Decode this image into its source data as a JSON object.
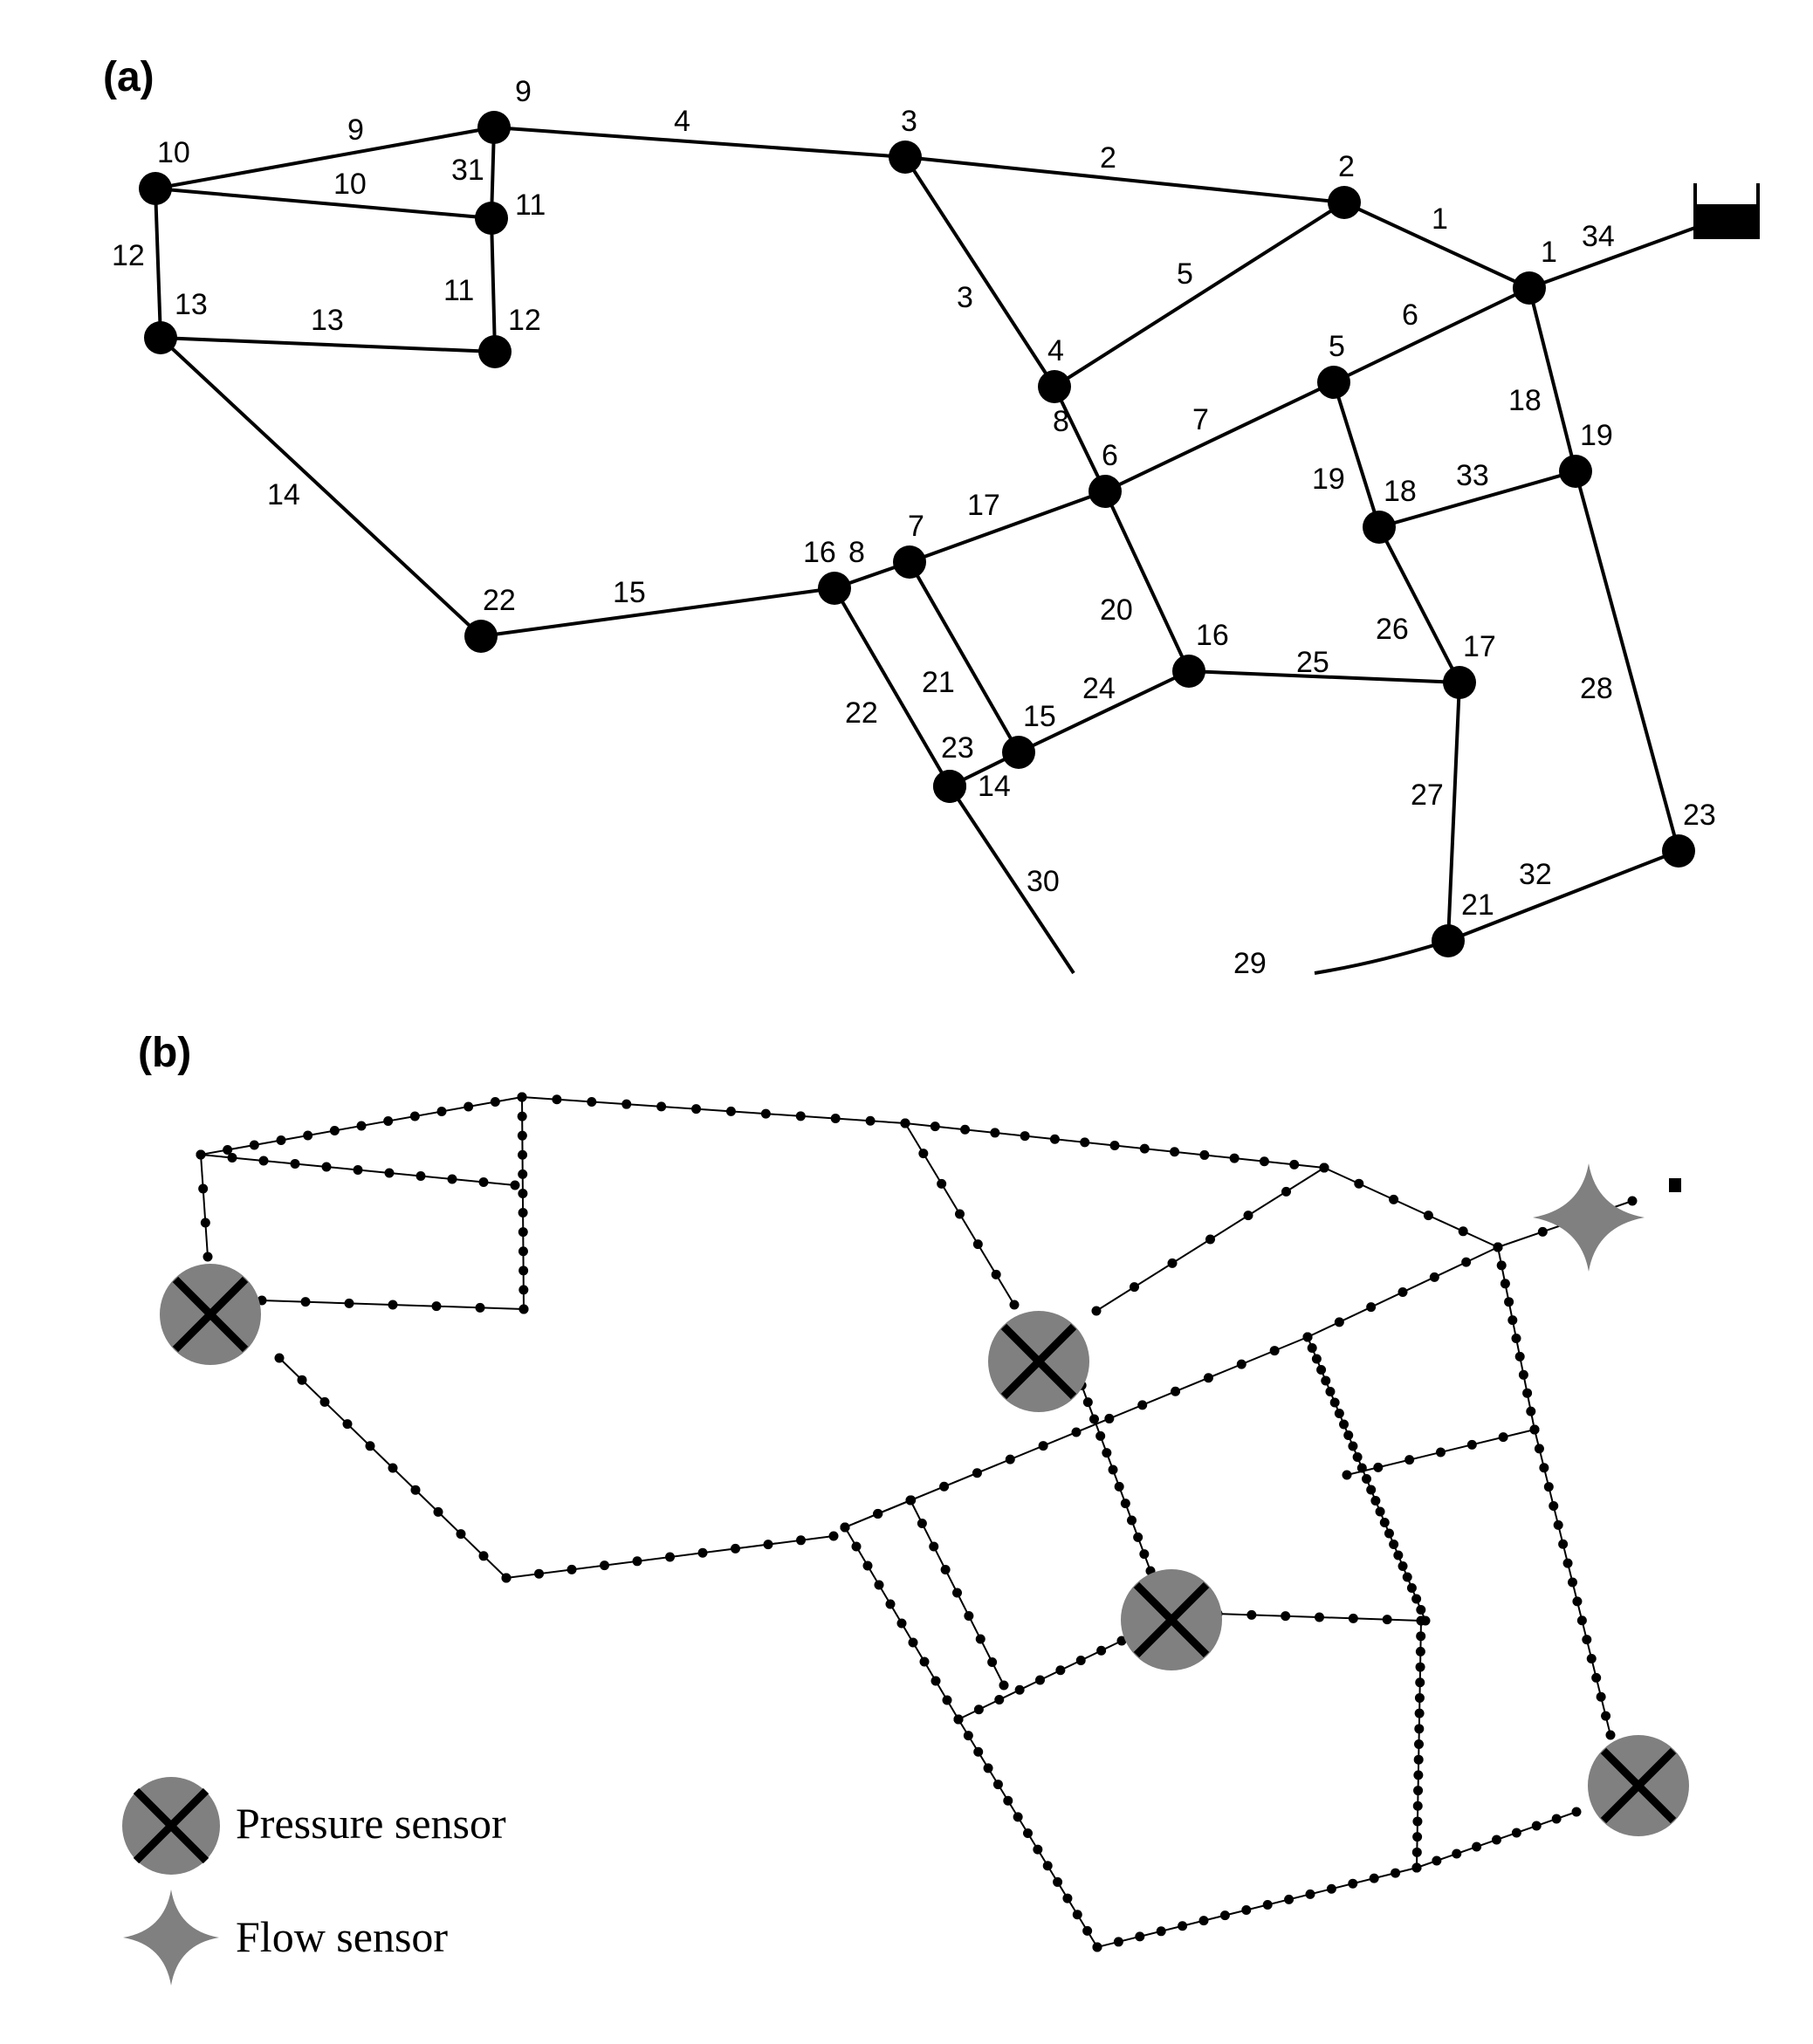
{
  "panel_a": {
    "label": "(a)",
    "tank_pipe": "34",
    "nodes": [
      {
        "id": "1"
      },
      {
        "id": "2"
      },
      {
        "id": "3"
      },
      {
        "id": "4"
      },
      {
        "id": "5"
      },
      {
        "id": "6"
      },
      {
        "id": "7"
      },
      {
        "id": "9"
      },
      {
        "id": "10"
      },
      {
        "id": "11"
      },
      {
        "id": "12"
      },
      {
        "id": "13"
      },
      {
        "id": "14"
      },
      {
        "id": "15"
      },
      {
        "id": "16"
      },
      {
        "id": "16"
      },
      {
        "id": "17"
      },
      {
        "id": "18"
      },
      {
        "id": "19"
      },
      {
        "id": "21"
      },
      {
        "id": "22"
      },
      {
        "id": "23"
      },
      {
        "id": "23"
      }
    ],
    "pipes": [
      "1",
      "2",
      "3",
      "4",
      "5",
      "6",
      "7",
      "8",
      "8",
      "9",
      "10",
      "11",
      "12",
      "13",
      "14",
      "15",
      "17",
      "18",
      "19",
      "20",
      "21",
      "22",
      "24",
      "25",
      "26",
      "27",
      "28",
      "29",
      "30",
      "31",
      "32",
      "33"
    ]
  },
  "panel_b": {
    "label": "(b)",
    "legend": {
      "pressure": "Pressure sensor",
      "flow": "Flow sensor"
    }
  },
  "colors": {
    "line": "#000000",
    "sensor_fill": "#808080"
  }
}
